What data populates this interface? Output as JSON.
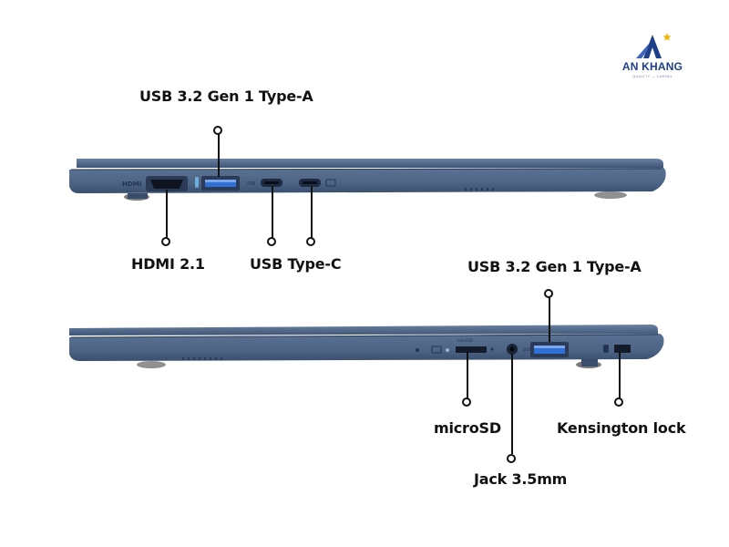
{
  "brand": {
    "name": "AN KHANG",
    "tagline": "QUALITY — CARING",
    "star_color": "#f4b400",
    "primary_color": "#1f3f8a"
  },
  "left_side": {
    "ports": {
      "hdmi_silkscreen": "HDMI",
      "usb_a_label": "USB 3.2 Gen 1 Type-A",
      "hdmi_label": "HDMI 2.1",
      "usb_c_label": "USB Type-C"
    }
  },
  "right_side": {
    "ports": {
      "usb_a_label": "USB 3.2 Gen 1 Type-A",
      "microsd_label": "microSD",
      "jack_label": "Jack 3.5mm",
      "kensington_label": "Kensington lock"
    }
  },
  "colors": {
    "chassis": "#5a7092",
    "chassis_dark": "#3e5372",
    "usb_a_blue": "#2f6fd6",
    "line": "#111111"
  }
}
